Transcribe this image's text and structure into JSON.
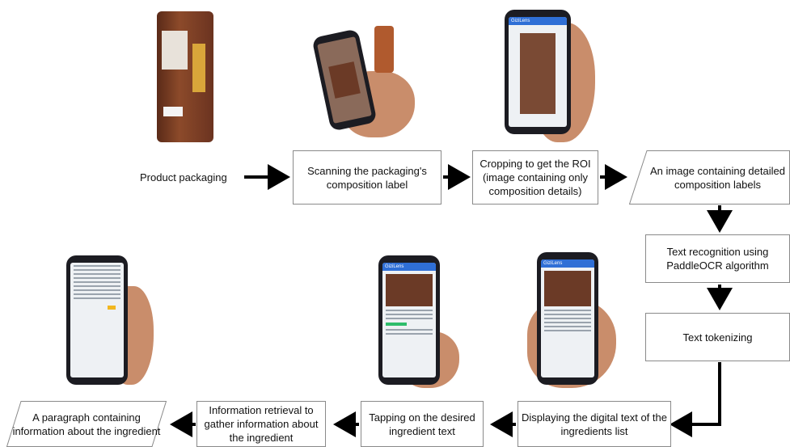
{
  "nodes": {
    "product_packaging": "Product packaging",
    "scanning": "Scanning the packaging's composition label",
    "cropping": "Cropping to get the ROI (image containing only composition details)",
    "image_labels": "An image containing detailed composition labels",
    "text_recognition": "Text recognition using PaddleOCR algorithm",
    "tokenizing": "Text tokenizing",
    "displaying": "Displaying the digital text of the ingredients list",
    "tapping": "Tapping on the desired ingredient text",
    "retrieval": "Information retrieval to gather information about the ingredient",
    "paragraph": "A paragraph containing information about the ingredient"
  },
  "app_name": "GiziLens",
  "colors": {
    "accent": "#2f6fd6",
    "arrow": "#000000",
    "border": "#8a8a8a"
  }
}
